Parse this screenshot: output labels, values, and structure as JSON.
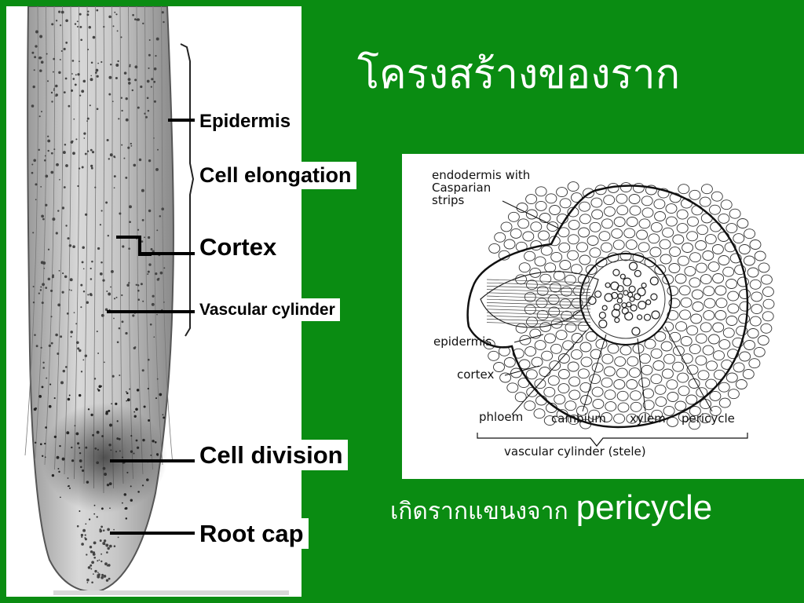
{
  "slide": {
    "title": "โครงสร้างของราก",
    "caption_thai": "เกิดรากแขนงจาก",
    "caption_term": "pericycle"
  },
  "root_tip_labels": [
    {
      "key": "epidermis",
      "text": "Epidermis"
    },
    {
      "key": "cell_elongation",
      "text": "Cell elongation"
    },
    {
      "key": "cortex",
      "text": "Cortex"
    },
    {
      "key": "vascular_cylinder",
      "text": "Vascular cylinder"
    },
    {
      "key": "cell_division",
      "text": "Cell division"
    },
    {
      "key": "root_cap",
      "text": "Root cap"
    }
  ],
  "cross_section": {
    "endodermis": "endodermis with\nCasparian\nstrips",
    "epidermis": "epidermis",
    "cortex": "cortex",
    "phloem": "phloem",
    "cambium": "cambium",
    "xylem": "xylem",
    "pericycle": "pericycle",
    "vascular_cylinder": "vascular cylinder (stele)"
  },
  "colors": {
    "background": "#0a8c12",
    "panel": "#ffffff",
    "title_text": "#ffffff",
    "label_text": "#000000"
  }
}
